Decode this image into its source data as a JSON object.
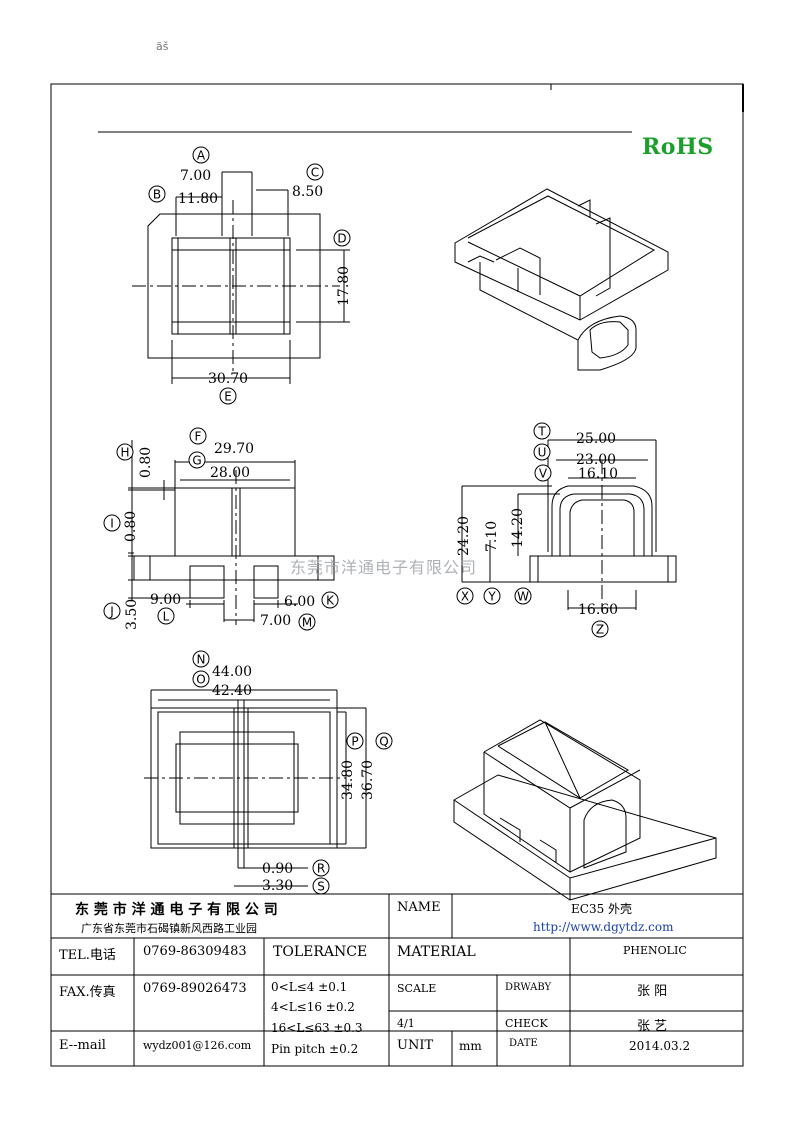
{
  "corner_mark": "ãš",
  "rohs": "RoHS",
  "watermark": "东莞市洋通电子有限公司",
  "dims": {
    "A": "7.00",
    "B": "11.80",
    "C": "8.50",
    "D": "17.80",
    "E": "30.70",
    "F": "29.70",
    "G": "28.00",
    "H": "0.80",
    "I": "0.80",
    "J": "3.50",
    "L": "9.00",
    "K": "6.00",
    "M": "7.00",
    "T": "25.00",
    "U": "23.00",
    "V": "16.10",
    "X": "24.20",
    "Y": "7.10",
    "W": "14.20",
    "Z": "16.60",
    "N": "44.00",
    "O": "42.40",
    "P": "34.80",
    "Q": "36.70",
    "R": "0.90",
    "S": "3.30"
  },
  "titleblock": {
    "company": "东 莞 市 洋 通 电 子 有 限 公 司",
    "address": "广东省东莞市石碣镇新风西路工业园",
    "name_label": "NAME",
    "part_name": "EC35 外壳",
    "website": "http://www.dgytdz.com",
    "tel_label": "TEL.电话",
    "tel": "0769-86309483",
    "tolerance_label": "TOLERANCE",
    "material_label": "MATERIAL",
    "material": "PHENOLIC",
    "fax_label": "FAX.传真",
    "fax": "0769-89026473",
    "tol1": "0<L≤4   ±0.1",
    "tol2": "4<L≤16  ±0.2",
    "tol3": "16<L≤63  ±0.3",
    "tol4": "Pin pitch  ±0.2",
    "scale_label": "SCALE",
    "drawby_label": "DRWABY",
    "drawby": "张 阳",
    "scale": "4/1",
    "check_label": "CHECK",
    "check": "张 艺",
    "email_label": "E--mail",
    "email": "wydz001@126.com",
    "unit_label": "UNIT",
    "unit": "mm",
    "date_label": "DATE",
    "date": "2014.03.2"
  }
}
